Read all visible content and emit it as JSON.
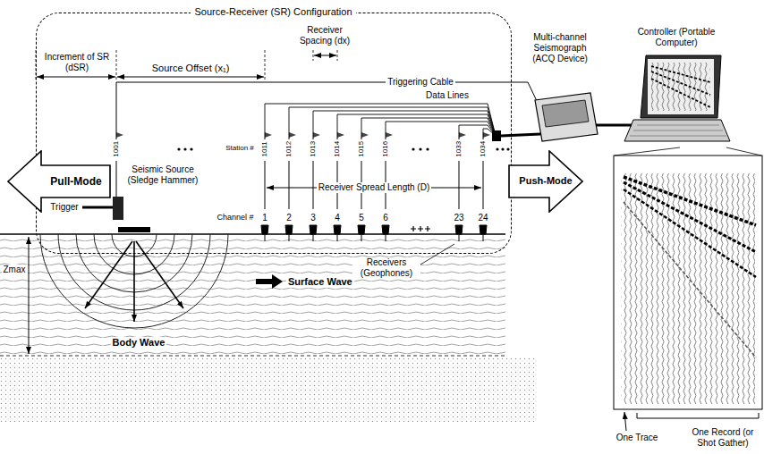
{
  "diagram": {
    "nodes": [
      {
        "text": [
          "Source-Receiver (SR) Configuration"
        ]
      },
      {
        "text": [
          "Multi-channel Seismograph (ACQ Device)"
        ]
      },
      {
        "text": [
          "Controller (Portable Computer)"
        ]
      },
      {
        "text": [
          "Pull-Mode"
        ]
      },
      {
        "text": [
          "Push-Mode"
        ]
      },
      {
        "text": [
          "One Record (or Shot Gather)"
        ]
      }
    ],
    "edges": [
      {
        "from": 1,
        "to": 2,
        "arrow": "none"
      },
      {
        "from": 2,
        "to": 5,
        "arrow": "none"
      }
    ],
    "labels": [
      "Increment of SR (dSR)",
      "Source Offset (x₁)",
      "Receiver Spacing (dx)",
      "Triggering Cable",
      "Data Lines",
      "Station #",
      "1001",
      "1011",
      "1012",
      "1013",
      "1014",
      "1015",
      "1016",
      "1033",
      "1034",
      "Channel #",
      "1",
      "2",
      "3",
      "4",
      "5",
      "6",
      "23",
      "24",
      "Receiver Spread Length (D)",
      "Seismic Source (Sledge Hammer)",
      "Trigger",
      "Surface Wave",
      "Receivers (Geophones)",
      "Body Wave",
      "Zmax",
      "One Trace"
    ]
  }
}
